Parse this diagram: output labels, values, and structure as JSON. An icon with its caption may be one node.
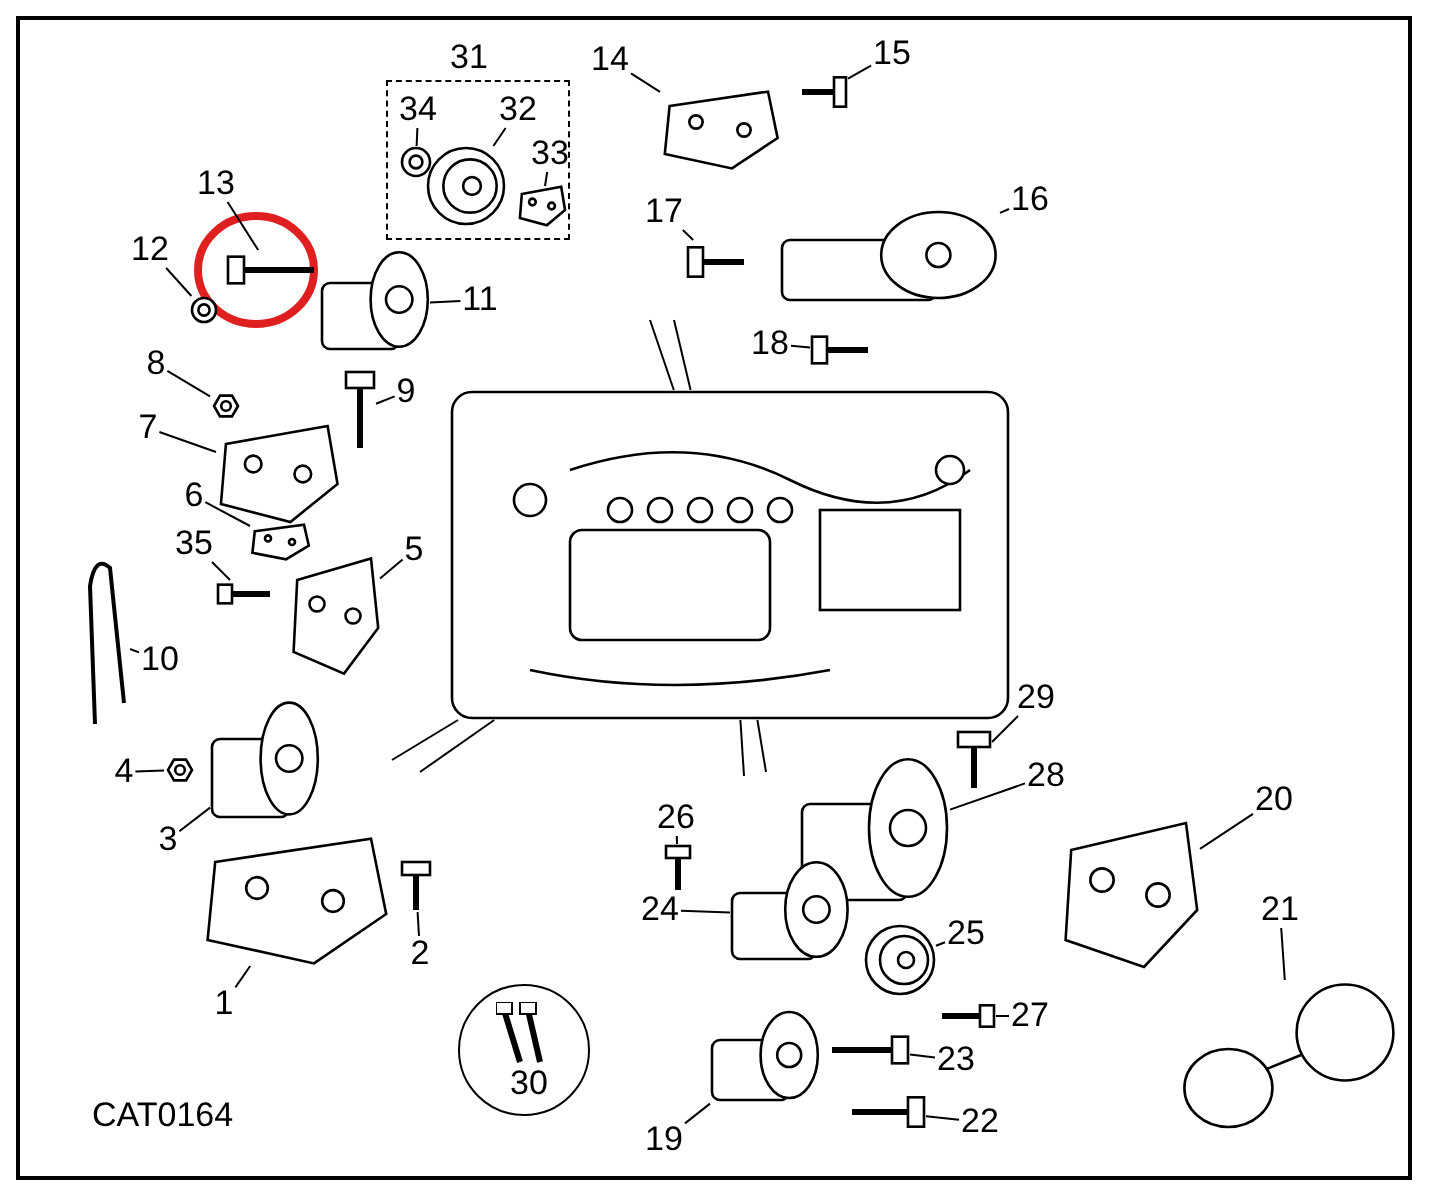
{
  "diagram": {
    "nodes": [
      {
        "text": [
          "31"
        ]
      },
      {
        "text": [
          "34"
        ],
        "in": 0
      },
      {
        "text": [],
        "shape": "picture",
        "in": 0
      },
      {
        "text": [
          "32"
        ],
        "in": 0
      },
      {
        "text": [],
        "shape": "picture",
        "in": 0
      },
      {
        "text": [
          "33"
        ],
        "in": 0
      },
      {
        "text": [],
        "shape": "picture",
        "in": 0
      },
      {
        "text": [
          "14"
        ]
      },
      {
        "text": [],
        "shape": "picture"
      },
      {
        "text": [
          "15"
        ]
      },
      {
        "text": [],
        "shape": "picture"
      },
      {
        "text": [
          "13"
        ]
      },
      {
        "text": [],
        "shape": "picture"
      },
      {
        "text": [
          "12"
        ]
      },
      {
        "text": [],
        "shape": "picture"
      },
      {
        "text": [
          "11"
        ]
      },
      {
        "text": [],
        "shape": "picture"
      },
      {
        "text": [
          "17"
        ]
      },
      {
        "text": [],
        "shape": "picture"
      },
      {
        "text": [
          "16"
        ]
      },
      {
        "text": [],
        "shape": "picture"
      },
      {
        "text": [
          "18"
        ]
      },
      {
        "text": [],
        "shape": "picture"
      },
      {
        "text": [
          "8"
        ]
      },
      {
        "text": [],
        "shape": "picture"
      },
      {
        "text": [
          "9"
        ]
      },
      {
        "text": [],
        "shape": "picture"
      },
      {
        "text": [
          "7"
        ]
      },
      {
        "text": [],
        "shape": "picture"
      },
      {
        "text": [
          "6"
        ]
      },
      {
        "text": [],
        "shape": "picture"
      },
      {
        "text": [
          "35"
        ]
      },
      {
        "text": [],
        "shape": "picture"
      },
      {
        "text": [
          "5"
        ]
      },
      {
        "text": [],
        "shape": "picture"
      },
      {
        "text": [
          "10"
        ]
      },
      {
        "text": [],
        "shape": "picture"
      },
      {
        "text": [],
        "shape": "picture"
      },
      {
        "text": [
          "29"
        ]
      },
      {
        "text": [],
        "shape": "picture"
      },
      {
        "text": [
          "28"
        ]
      },
      {
        "text": [],
        "shape": "picture"
      },
      {
        "text": [
          "4"
        ]
      },
      {
        "text": [],
        "shape": "picture"
      },
      {
        "text": [
          "3"
        ]
      },
      {
        "text": [],
        "shape": "picture"
      },
      {
        "text": [
          "26"
        ]
      },
      {
        "text": [],
        "shape": "picture"
      },
      {
        "text": [
          "20"
        ]
      },
      {
        "text": [],
        "shape": "picture"
      },
      {
        "text": [
          "24"
        ]
      },
      {
        "text": [],
        "shape": "picture"
      },
      {
        "text": [
          "25"
        ]
      },
      {
        "text": [],
        "shape": "picture"
      },
      {
        "text": [
          "21"
        ]
      },
      {
        "text": [],
        "shape": "picture"
      },
      {
        "text": [
          "27"
        ]
      },
      {
        "text": [],
        "shape": "picture"
      },
      {
        "text": [
          "2"
        ]
      },
      {
        "text": [],
        "shape": "picture"
      },
      {
        "text": [
          "1"
        ]
      },
      {
        "text": [],
        "shape": "picture"
      },
      {
        "text": [
          "23"
        ]
      },
      {
        "text": [],
        "shape": "picture"
      },
      {
        "text": [
          "30"
        ]
      },
      {
        "text": [
          "22"
        ]
      },
      {
        "text": [],
        "shape": "picture"
      },
      {
        "text": [
          "19"
        ]
      },
      {
        "text": [],
        "shape": "picture"
      }
    ],
    "edges": [
      {
        "from": 1,
        "to": 2,
        "arrow": "none"
      },
      {
        "from": 3,
        "to": 4,
        "arrow": "none"
      },
      {
        "from": 5,
        "to": 6,
        "arrow": "none"
      },
      {
        "from": 7,
        "to": 8,
        "arrow": "none"
      },
      {
        "from": 9,
        "to": 10,
        "arrow": "none"
      },
      {
        "from": 11,
        "to": 12,
        "arrow": "none"
      },
      {
        "from": 13,
        "to": 14,
        "arrow": "none"
      },
      {
        "from": 15,
        "to": 16,
        "arrow": "none"
      },
      {
        "from": 17,
        "to": 18,
        "arrow": "none"
      },
      {
        "from": 19,
        "to": 20,
        "arrow": "none"
      },
      {
        "from": 21,
        "to": 22,
        "arrow": "none"
      },
      {
        "from": 23,
        "to": 24,
        "arrow": "none"
      },
      {
        "from": 25,
        "to": 26,
        "arrow": "none"
      },
      {
        "from": 27,
        "to": 28,
        "arrow": "none"
      },
      {
        "from": 29,
        "to": 30,
        "arrow": "none"
      },
      {
        "from": 31,
        "to": 32,
        "arrow": "none"
      },
      {
        "from": 33,
        "to": 34,
        "arrow": "none"
      },
      {
        "from": 35,
        "to": 36,
        "arrow": "none"
      },
      {
        "from": 38,
        "to": 39,
        "arrow": "none"
      },
      {
        "from": 40,
        "to": 41,
        "arrow": "none"
      },
      {
        "from": 42,
        "to": 43,
        "arrow": "none"
      },
      {
        "from": 44,
        "to": 45,
        "arrow": "none"
      },
      {
        "from": 46,
        "to": 47,
        "arrow": "none"
      },
      {
        "from": 48,
        "to": 49,
        "arrow": "none"
      },
      {
        "from": 50,
        "to": 51,
        "arrow": "none"
      },
      {
        "from": 52,
        "to": 53,
        "arrow": "none"
      },
      {
        "from": 54,
        "to": 55,
        "arrow": "none"
      },
      {
        "from": 56,
        "to": 57,
        "arrow": "none"
      },
      {
        "from": 58,
        "to": 59,
        "arrow": "none"
      },
      {
        "from": 60,
        "to": 61,
        "arrow": "none"
      },
      {
        "from": 62,
        "to": 63,
        "arrow": "none"
      },
      {
        "from": 65,
        "to": 66,
        "arrow": "none"
      },
      {
        "from": 67,
        "to": 68,
        "arrow": "none"
      },
      {
        "from": 37,
        "to": null,
        "arrow": "none"
      },
      {
        "from": 37,
        "to": null,
        "arrow": "none"
      },
      {
        "from": 37,
        "to": null,
        "arrow": "none"
      },
      {
        "from": 37,
        "to": null,
        "arrow": "none"
      },
      {
        "from": 37,
        "to": null,
        "arrow": "none"
      },
      {
        "from": 37,
        "to": null,
        "arrow": "none"
      }
    ],
    "labels": [
      "CAT0164"
    ]
  }
}
